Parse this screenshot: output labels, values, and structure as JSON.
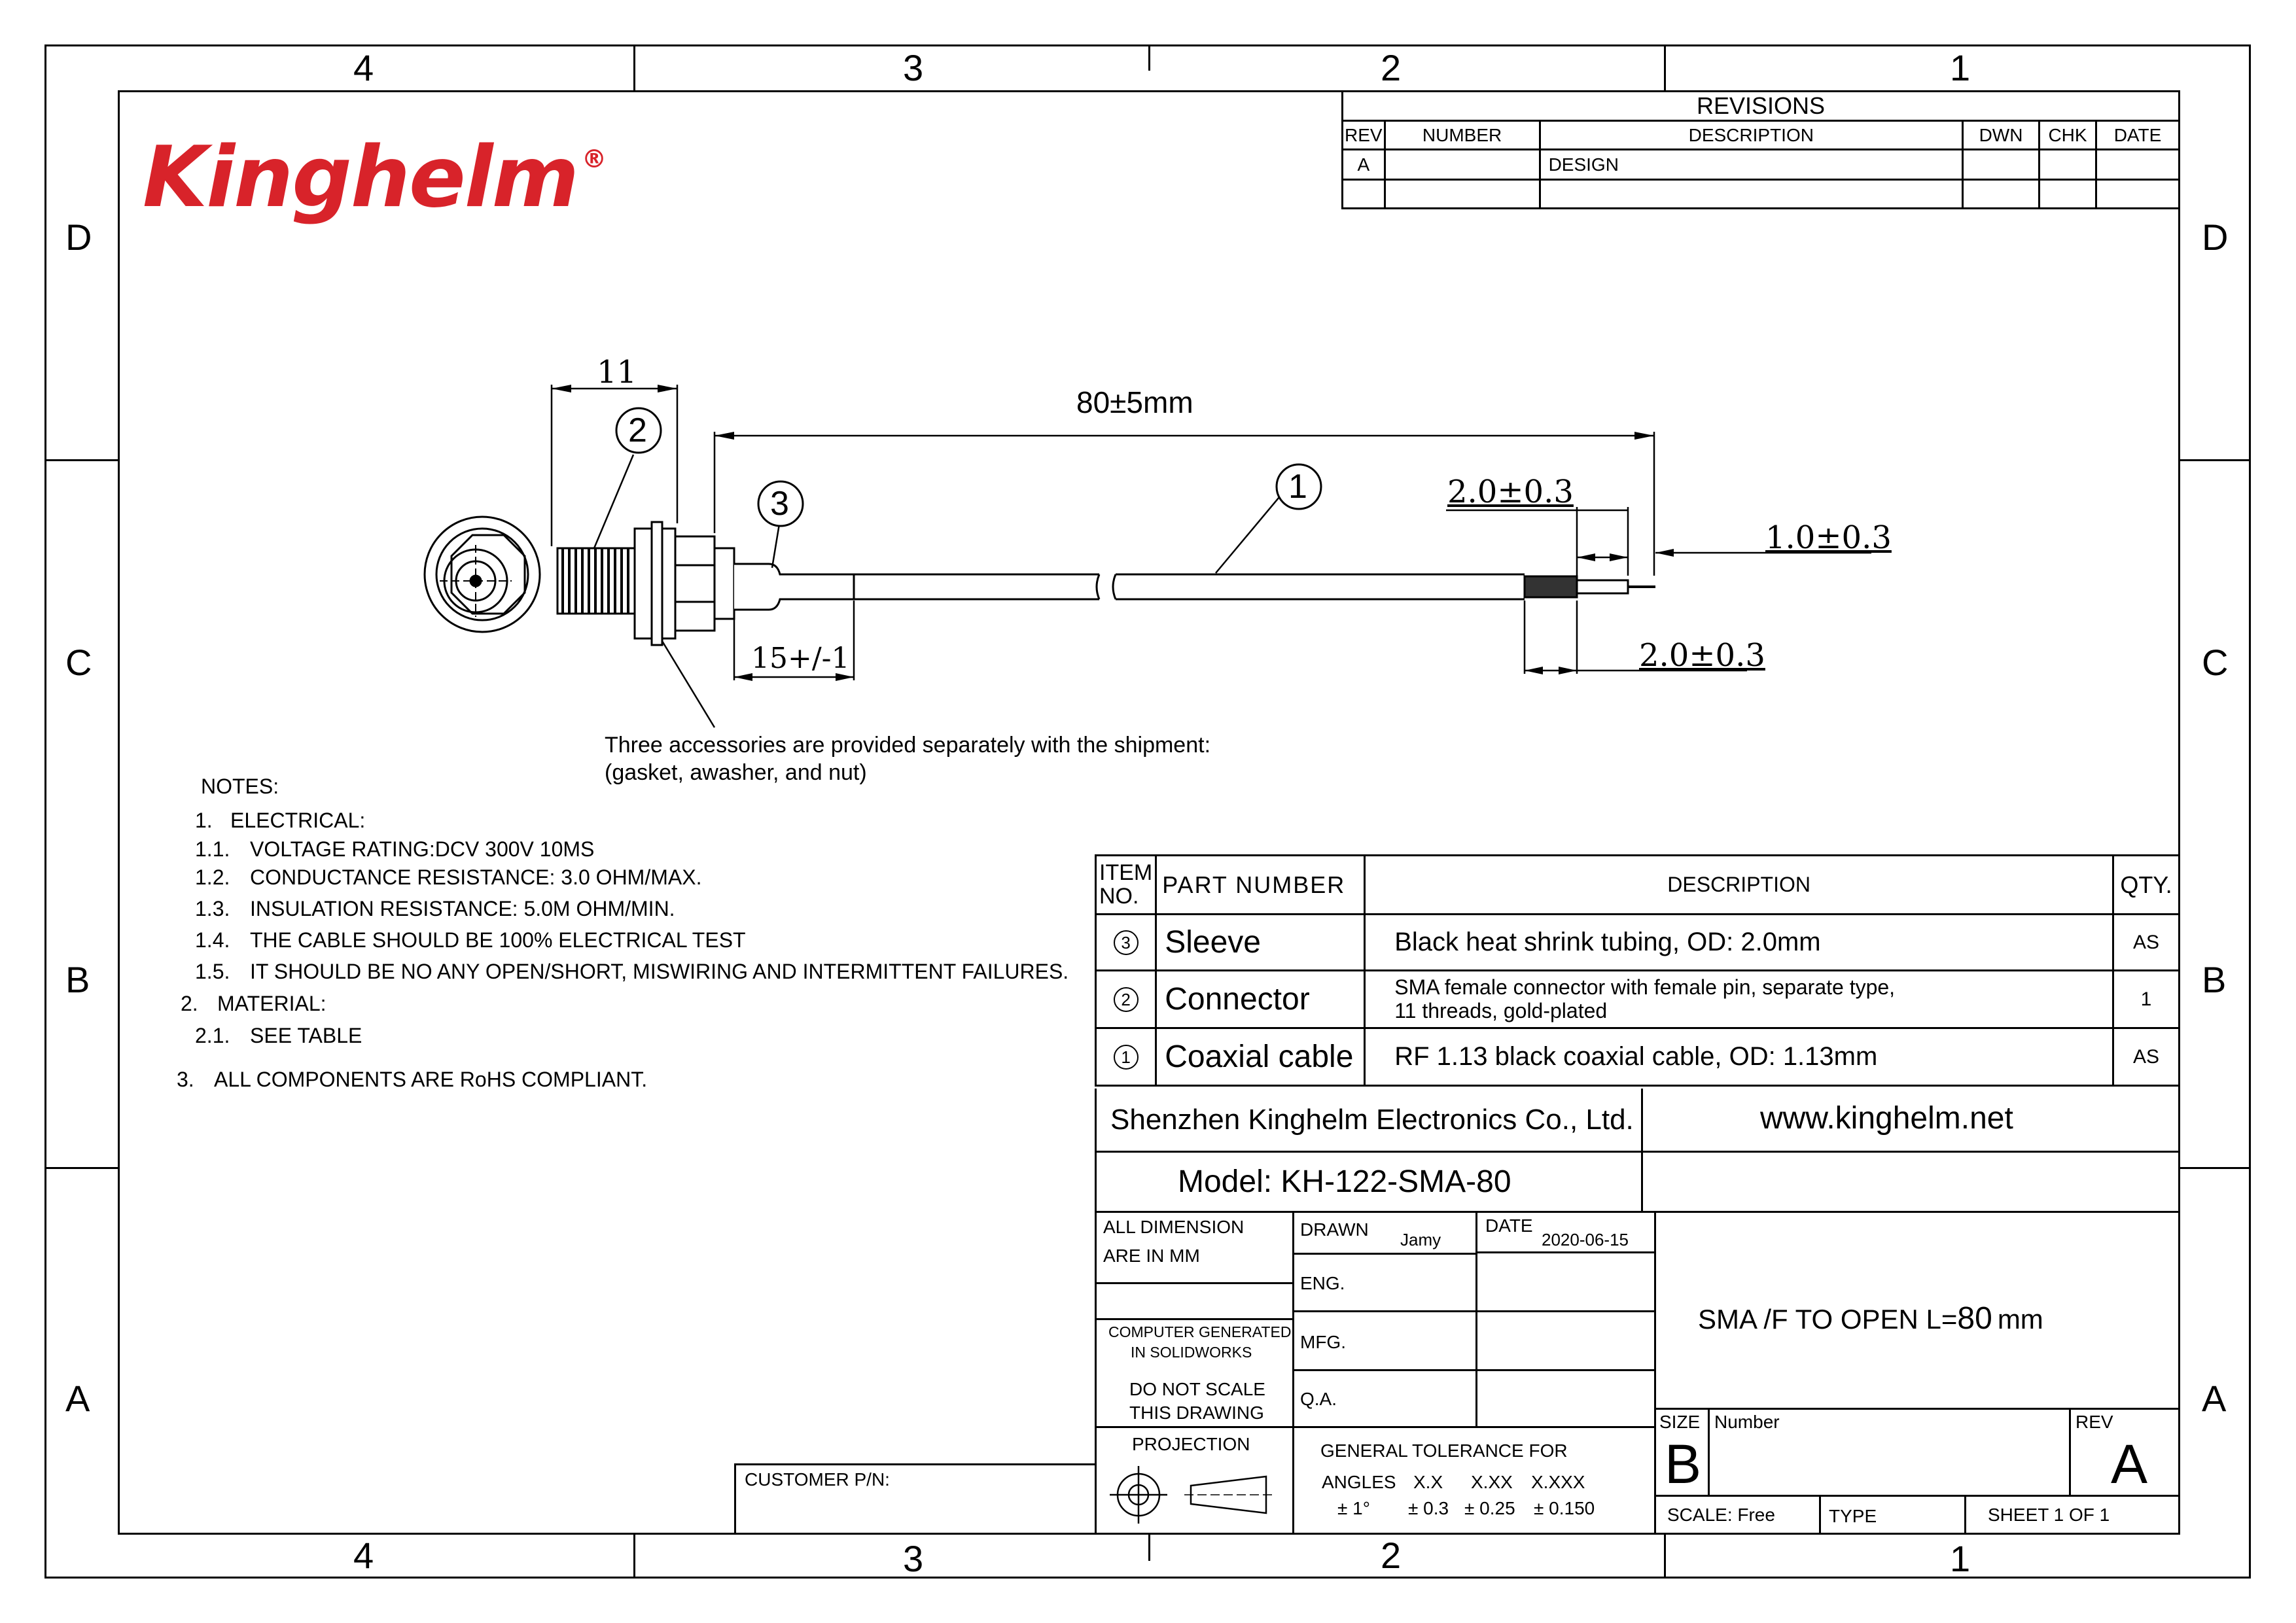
{
  "zones": {
    "columns": [
      "4",
      "3",
      "2",
      "1"
    ],
    "rows": [
      "D",
      "C",
      "B",
      "A"
    ]
  },
  "logo": {
    "text": "Kinghelm",
    "mark": "®",
    "color": "#d8232a"
  },
  "revisions": {
    "title": "REVISIONS",
    "headers": [
      "REV",
      "NUMBER",
      "DESCRIPTION",
      "DWN",
      "CHK",
      "DATE"
    ],
    "rows": [
      [
        "A",
        "",
        "DESIGN",
        "",
        "",
        ""
      ],
      [
        "",
        "",
        "",
        "",
        "",
        ""
      ]
    ]
  },
  "drawing": {
    "dims": {
      "connector_length": "11",
      "cable_length": "80±5mm",
      "sleeve_length": "15+/-1",
      "strip_a": "2.0±0.3",
      "strip_b": "1.0±0.3",
      "strip_c": "2.0±0.3"
    },
    "balloons": [
      "1",
      "2",
      "3"
    ],
    "accessory_note_line1": "Three accessories are provided separately with the shipment:",
    "accessory_note_line2": "(gasket, awasher, and nut)"
  },
  "notes": {
    "title": "NOTES:",
    "items": [
      {
        "num": "1.",
        "text": "ELECTRICAL:"
      },
      {
        "num": "1.1.",
        "text": "VOLTAGE RATING:DCV 300V 10MS"
      },
      {
        "num": "1.2.",
        "text": "CONDUCTANCE RESISTANCE: 3.0 OHM/MAX."
      },
      {
        "num": "1.3.",
        "text": "INSULATION RESISTANCE: 5.0M OHM/MIN."
      },
      {
        "num": "1.4.",
        "text": "THE CABLE SHOULD BE 100% ELECTRICAL TEST"
      },
      {
        "num": "1.5.",
        "text": "IT SHOULD BE NO ANY OPEN/SHORT, MISWIRING AND INTERMITTENT FAILURES."
      },
      {
        "num": "2.",
        "text": "MATERIAL:"
      },
      {
        "num": "2.1.",
        "text": "SEE TABLE"
      },
      {
        "num": "3.",
        "text": "ALL COMPONENTS ARE RoHS COMPLIANT."
      }
    ]
  },
  "bom": {
    "headers": {
      "item_line1": "ITEM",
      "item_line2": "NO.",
      "part": "PART NUMBER",
      "desc": "DESCRIPTION",
      "qty": "QTY."
    },
    "rows": [
      {
        "item": "3",
        "part": "Sleeve",
        "desc_line1": "Black heat shrink tubing, OD: 2.0mm",
        "desc_line2": "",
        "qty": "AS"
      },
      {
        "item": "2",
        "part": "Connector",
        "desc_line1": "SMA female connector with female pin, separate type,",
        "desc_line2": "11 threads, gold-plated",
        "qty": "1"
      },
      {
        "item": "1",
        "part": "Coaxial cable",
        "desc_line1": "RF 1.13 black coaxial cable, OD: 1.13mm",
        "desc_line2": "",
        "qty": "AS"
      }
    ]
  },
  "title_block": {
    "company": "Shenzhen Kinghelm Electronics Co., Ltd.",
    "website": "www.kinghelm.net",
    "model": "Model: KH-122-SMA-80",
    "dim_note_line1": "ALL DIMENSION",
    "dim_note_line2": "ARE IN MM",
    "drawn_label": "DRAWN",
    "drawn_by": "Jamy",
    "date_label": "DATE",
    "date": "2020-06-15",
    "eng_label": "ENG.",
    "mfg_label": "MFG.",
    "qa_label": "Q.A.",
    "computer_line1": "COMPUTER GENERATED",
    "computer_line2": "IN SOLIDWORKS",
    "noscale_line1": "DO NOT SCALE",
    "noscale_line2": "THIS DRAWING",
    "projection_label": "PROJECTION",
    "tolerance_title": "GENERAL TOLERANCE FOR",
    "tol_headers": [
      "ANGLES",
      "X.X",
      "X.XX",
      "X.XXX"
    ],
    "tol_values": [
      "± 1°",
      "± 0.3",
      "± 0.25",
      "± 0.150"
    ],
    "part_title": "SMA /F TO OPEN  L=",
    "part_length": "80",
    "part_unit": "mm",
    "size_label": "SIZE",
    "size": "B",
    "number_label": "Number",
    "rev_label": "REV",
    "rev": "A",
    "scale": "SCALE:  Free",
    "type": "TYPE",
    "sheet": "SHEET  1   OF   1",
    "customer_pn": "CUSTOMER P/N:"
  }
}
